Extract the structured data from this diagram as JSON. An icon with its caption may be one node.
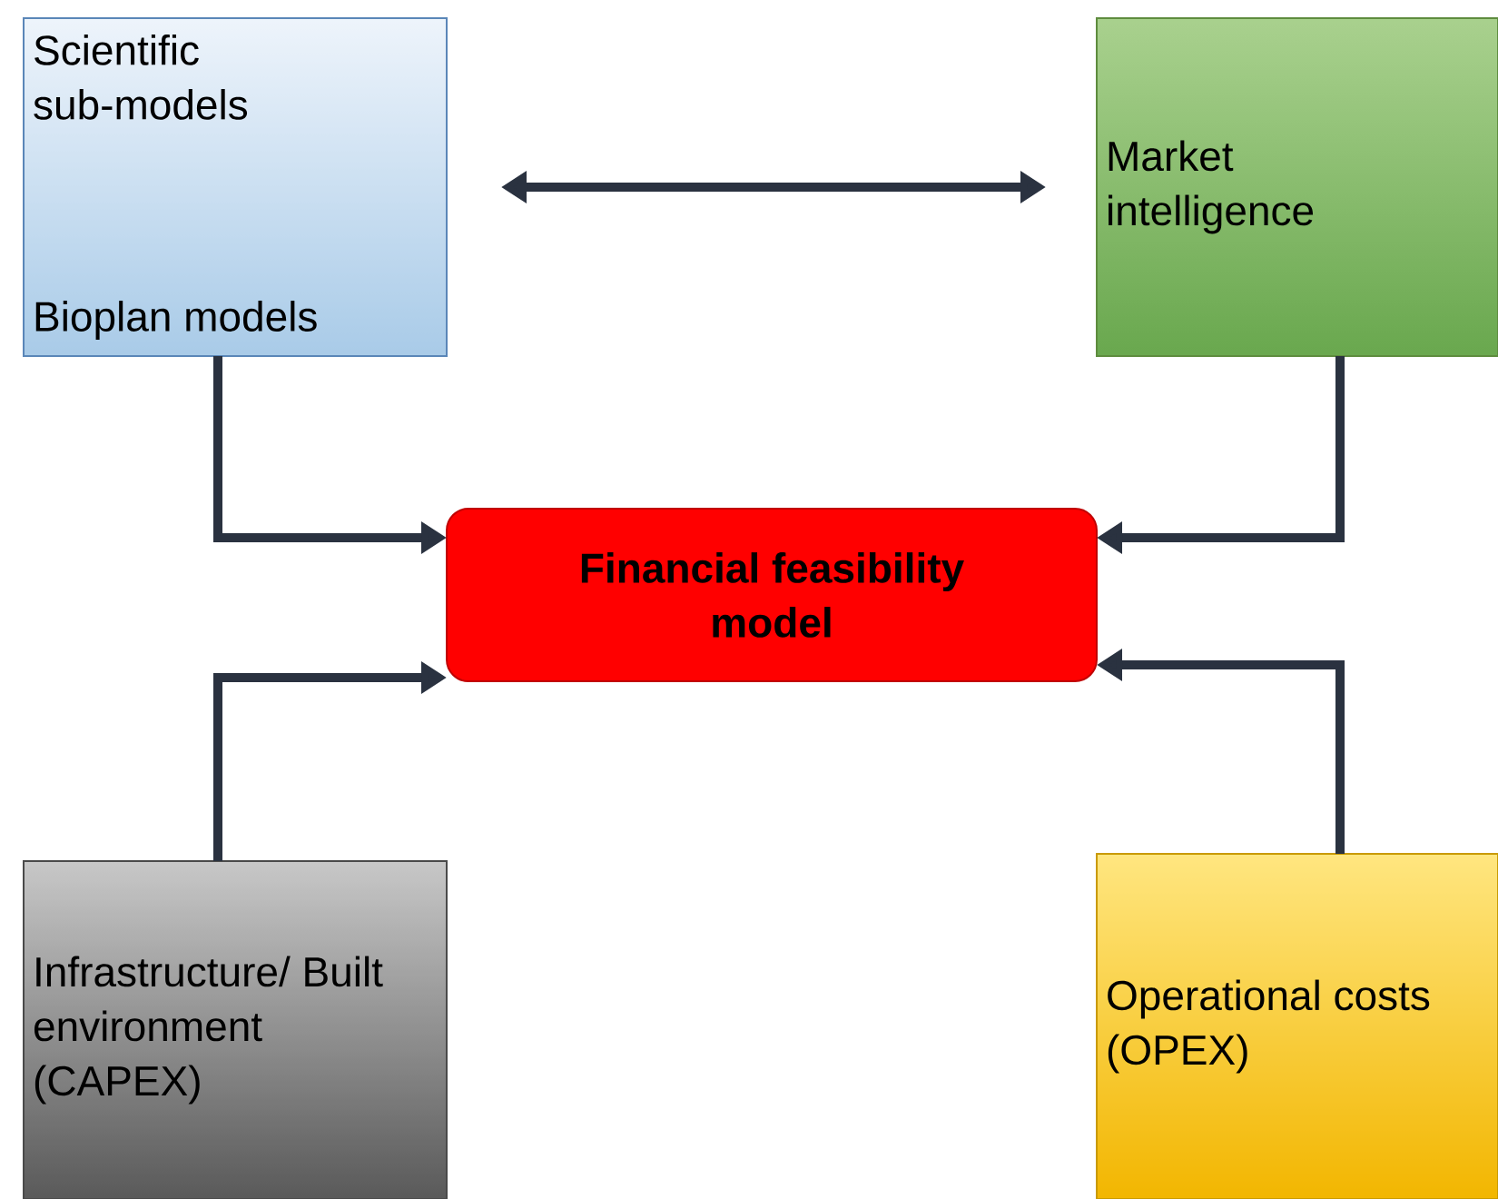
{
  "diagram": {
    "nodes": [
      {
        "text": [
          "Scientific sub-models",
          "Bioplan models"
        ]
      },
      {
        "text": [
          "Market intelligence"
        ]
      },
      {
        "text": [
          "Financial feasibility model"
        ]
      },
      {
        "text": [
          "Infrastructure/ Built environment (CAPEX)"
        ]
      },
      {
        "text": [
          "Operational costs (OPEX)"
        ]
      }
    ],
    "edges": [
      {
        "from": 0,
        "to": 1,
        "arrow": "both"
      },
      {
        "from": 0,
        "to": 2,
        "arrow": "to"
      },
      {
        "from": 1,
        "to": 2,
        "arrow": "to"
      },
      {
        "from": 3,
        "to": 2,
        "arrow": "to"
      },
      {
        "from": 4,
        "to": 2,
        "arrow": "to"
      }
    ]
  }
}
